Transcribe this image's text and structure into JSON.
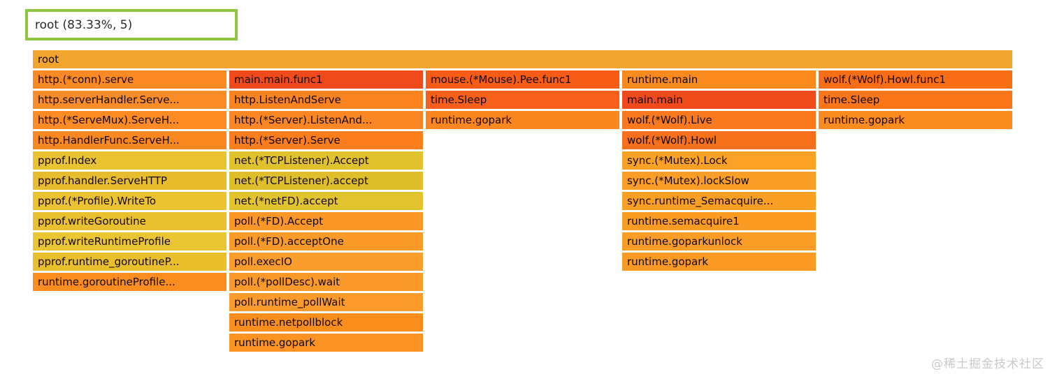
{
  "tooltip": {
    "label": "root (83.33%, 5)",
    "border_color": "#8dc63f"
  },
  "watermark": "@稀土掘金技术社区",
  "colors": {
    "background": "#ffffff",
    "frame_text": "#140700",
    "tooltip_text": "#2b2b2b"
  },
  "chart_data": {
    "type": "flamegraph",
    "title": "",
    "orientation": "icicle-top-down",
    "selected_frame": {
      "name": "root",
      "percent": "83.33%",
      "count": 5
    },
    "root": {
      "label": "root",
      "color": "#f1a52f"
    },
    "columns": [
      {
        "frames": [
          {
            "label": "http.(*conn).serve",
            "color": "#fb8a25"
          },
          {
            "label": "http.serverHandler.Serve...",
            "color": "#fa8d28"
          },
          {
            "label": "http.(*ServeMux).ServeH...",
            "color": "#fb8b22"
          },
          {
            "label": "http.HandlerFunc.ServeH...",
            "color": "#fa8820"
          },
          {
            "label": "pprof.Index",
            "color": "#e9c331"
          },
          {
            "label": "pprof.handler.ServeHTTP",
            "color": "#e8bd2d"
          },
          {
            "label": "pprof.(*Profile).WriteTo",
            "color": "#ebc232"
          },
          {
            "label": "pprof.writeGoroutine",
            "color": "#e9c02e"
          },
          {
            "label": "pprof.writeRuntimeProfile",
            "color": "#eac534"
          },
          {
            "label": "pprof.runtime_goroutineP...",
            "color": "#e9bf2c"
          },
          {
            "label": "runtime.goroutineProfile...",
            "color": "#fa8d1f"
          }
        ]
      },
      {
        "frames": [
          {
            "label": "main.main.func1",
            "color": "#ef4a1c"
          },
          {
            "label": "http.ListenAndServe",
            "color": "#fb8320"
          },
          {
            "label": "http.(*Server).ListenAnd...",
            "color": "#fa8724"
          },
          {
            "label": "http.(*Server).Serve",
            "color": "#fb7d1c"
          },
          {
            "label": "net.(*TCPListener).Accept",
            "color": "#e0c22e"
          },
          {
            "label": "net.(*TCPListener).accept",
            "color": "#dfbe2b"
          },
          {
            "label": "net.(*netFD).accept",
            "color": "#e1c430"
          },
          {
            "label": "poll.(*FD).Accept",
            "color": "#fa9726"
          },
          {
            "label": "poll.(*FD).acceptOne",
            "color": "#f99a29"
          },
          {
            "label": "poll.execIO",
            "color": "#fa9d2c"
          },
          {
            "label": "poll.(*pollDesc).wait",
            "color": "#f9992a"
          },
          {
            "label": "poll.runtime_pollWait",
            "color": "#fa9b2b"
          },
          {
            "label": "runtime.netpollblock",
            "color": "#fa8e1c"
          },
          {
            "label": "runtime.gopark",
            "color": "#fa9322"
          }
        ]
      },
      {
        "frames": [
          {
            "label": "mouse.(*Mouse).Pee.func1",
            "color": "#f65c16"
          },
          {
            "label": "time.Sleep",
            "color": "#f75f1a"
          },
          {
            "label": "runtime.gopark",
            "color": "#fa8620"
          }
        ]
      },
      {
        "frames": [
          {
            "label": "runtime.main",
            "color": "#fa8a1e"
          },
          {
            "label": "main.main",
            "color": "#ef4a1c"
          },
          {
            "label": "wolf.(*Wolf).Live",
            "color": "#f9791e"
          },
          {
            "label": "wolf.(*Wolf).Howl",
            "color": "#f7701b"
          },
          {
            "label": "sync.(*Mutex).Lock",
            "color": "#fba226"
          },
          {
            "label": "sync.(*Mutex).lockSlow",
            "color": "#fa9e27"
          },
          {
            "label": "sync.runtime_Semacquire...",
            "color": "#f99f24"
          },
          {
            "label": "runtime.semacquire1",
            "color": "#fa9b22"
          },
          {
            "label": "runtime.goparkunlock",
            "color": "#f99d26"
          },
          {
            "label": "runtime.gopark",
            "color": "#fa9a23"
          }
        ]
      },
      {
        "frames": [
          {
            "label": "wolf.(*Wolf).Howl.func1",
            "color": "#f96d15"
          },
          {
            "label": "time.Sleep",
            "color": "#fa7618"
          },
          {
            "label": "runtime.gopark",
            "color": "#fa8b1e"
          }
        ]
      }
    ]
  }
}
